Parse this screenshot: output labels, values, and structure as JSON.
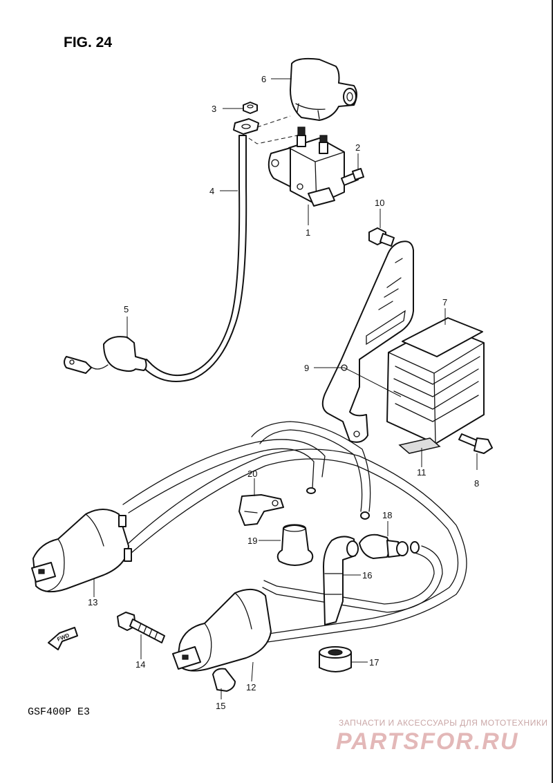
{
  "figure": {
    "title": "FIG. 24",
    "model": "GSF400P  E3",
    "fwd_label": "FWD"
  },
  "callouts": [
    {
      "id": "1",
      "label": "1"
    },
    {
      "id": "2",
      "label": "2"
    },
    {
      "id": "3",
      "label": "3"
    },
    {
      "id": "4",
      "label": "4"
    },
    {
      "id": "5",
      "label": "5"
    },
    {
      "id": "6",
      "label": "6"
    },
    {
      "id": "7",
      "label": "7"
    },
    {
      "id": "8",
      "label": "8"
    },
    {
      "id": "9",
      "label": "9"
    },
    {
      "id": "10",
      "label": "10"
    },
    {
      "id": "11",
      "label": "11"
    },
    {
      "id": "12",
      "label": "12"
    },
    {
      "id": "13",
      "label": "13"
    },
    {
      "id": "14",
      "label": "14"
    },
    {
      "id": "15",
      "label": "15"
    },
    {
      "id": "16",
      "label": "16"
    },
    {
      "id": "17",
      "label": "17"
    },
    {
      "id": "18",
      "label": "18"
    },
    {
      "id": "19",
      "label": "19"
    },
    {
      "id": "20",
      "label": "20"
    }
  ],
  "watermark": {
    "caption": "ЗАПЧАСТИ И АКСЕССУАРЫ ДЛЯ МОТОТЕХНИКИ",
    "brand": "PARTSFOR.RU"
  }
}
